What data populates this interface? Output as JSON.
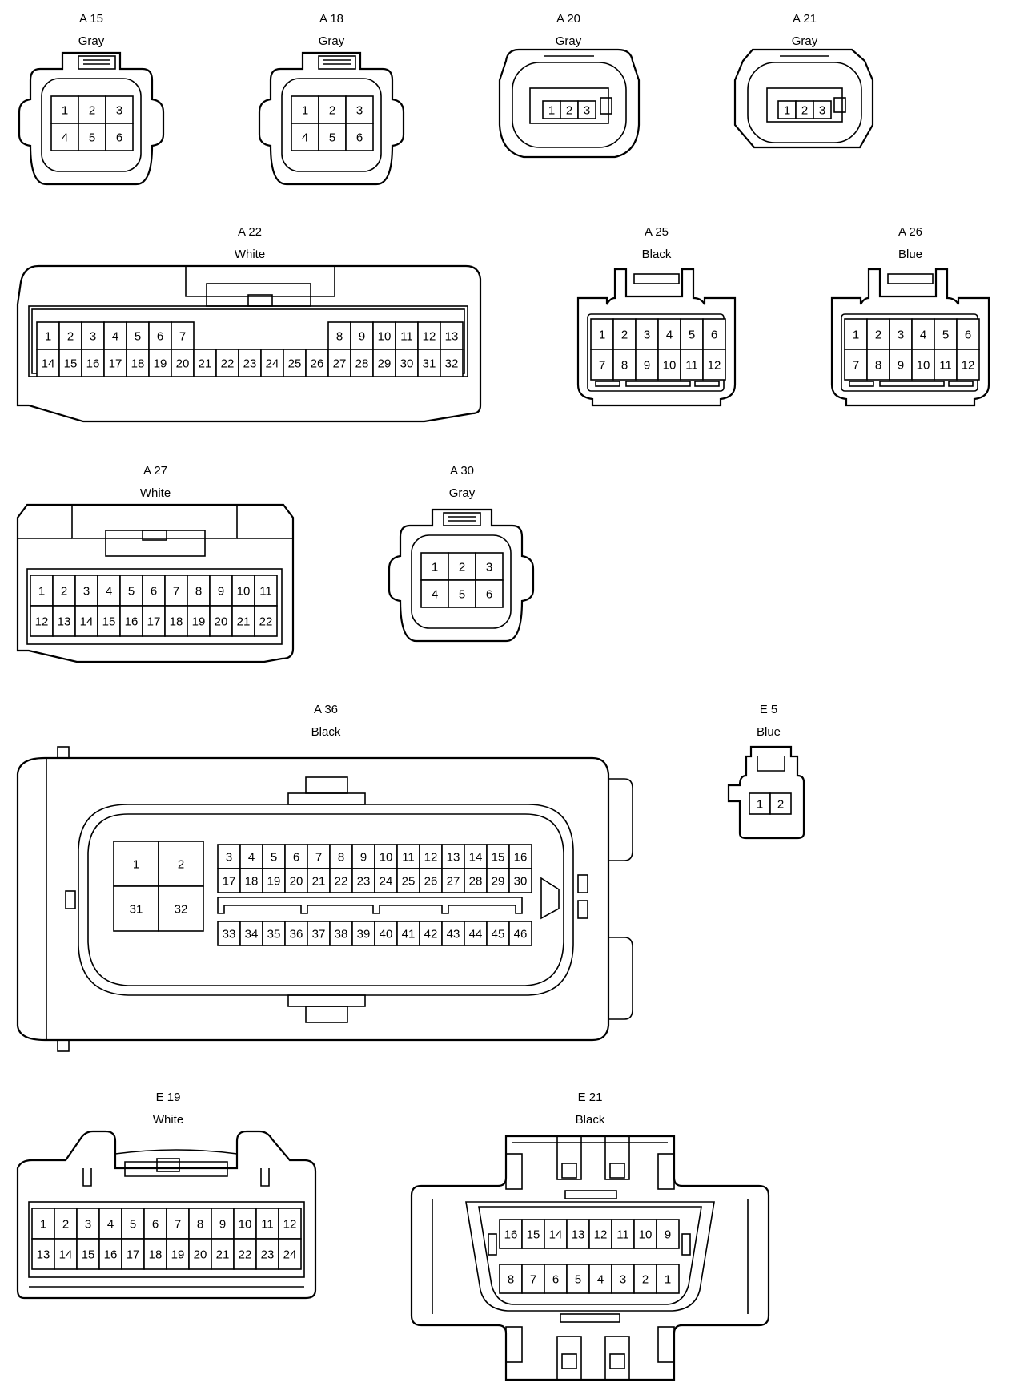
{
  "connectors": [
    {
      "code": "A 15",
      "color": "Gray",
      "pins": [
        "1",
        "2",
        "3",
        "4",
        "5",
        "6"
      ]
    },
    {
      "code": "A 18",
      "color": "Gray",
      "pins": [
        "1",
        "2",
        "3",
        "4",
        "5",
        "6"
      ]
    },
    {
      "code": "A 20",
      "color": "Gray",
      "pins": [
        "1",
        "2",
        "3"
      ]
    },
    {
      "code": "A 21",
      "color": "Gray",
      "pins": [
        "1",
        "2",
        "3"
      ]
    },
    {
      "code": "A 22",
      "color": "White",
      "pins": [
        "1",
        "2",
        "3",
        "4",
        "5",
        "6",
        "7",
        "8",
        "9",
        "10",
        "11",
        "12",
        "13",
        "14",
        "15",
        "16",
        "17",
        "18",
        "19",
        "20",
        "21",
        "22",
        "23",
        "24",
        "25",
        "26",
        "27",
        "28",
        "29",
        "30",
        "31",
        "32"
      ]
    },
    {
      "code": "A 25",
      "color": "Black",
      "pins": [
        "1",
        "2",
        "3",
        "4",
        "5",
        "6",
        "7",
        "8",
        "9",
        "10",
        "11",
        "12"
      ]
    },
    {
      "code": "A 26",
      "color": "Blue",
      "pins": [
        "1",
        "2",
        "3",
        "4",
        "5",
        "6",
        "7",
        "8",
        "9",
        "10",
        "11",
        "12"
      ]
    },
    {
      "code": "A 27",
      "color": "White",
      "pins": [
        "1",
        "2",
        "3",
        "4",
        "5",
        "6",
        "7",
        "8",
        "9",
        "10",
        "11",
        "12",
        "13",
        "14",
        "15",
        "16",
        "17",
        "18",
        "19",
        "20",
        "21",
        "22"
      ]
    },
    {
      "code": "A 30",
      "color": "Gray",
      "pins": [
        "1",
        "2",
        "3",
        "4",
        "5",
        "6"
      ]
    },
    {
      "code": "A 36",
      "color": "Black",
      "pins": [
        "1",
        "2",
        "31",
        "32",
        "3",
        "4",
        "5",
        "6",
        "7",
        "8",
        "9",
        "10",
        "11",
        "12",
        "13",
        "14",
        "15",
        "16",
        "17",
        "18",
        "19",
        "20",
        "21",
        "22",
        "23",
        "24",
        "25",
        "26",
        "27",
        "28",
        "29",
        "30",
        "33",
        "34",
        "35",
        "36",
        "37",
        "38",
        "39",
        "40",
        "41",
        "42",
        "43",
        "44",
        "45",
        "46"
      ]
    },
    {
      "code": "E 5",
      "color": "Blue",
      "pins": [
        "1",
        "2"
      ]
    },
    {
      "code": "E 19",
      "color": "White",
      "pins": [
        "1",
        "2",
        "3",
        "4",
        "5",
        "6",
        "7",
        "8",
        "9",
        "10",
        "11",
        "12",
        "13",
        "14",
        "15",
        "16",
        "17",
        "18",
        "19",
        "20",
        "21",
        "22",
        "23",
        "24"
      ]
    },
    {
      "code": "E 21",
      "color": "Black",
      "pins": [
        "16",
        "15",
        "14",
        "13",
        "12",
        "11",
        "10",
        "9",
        "8",
        "7",
        "6",
        "5",
        "4",
        "3",
        "2",
        "1"
      ]
    }
  ]
}
